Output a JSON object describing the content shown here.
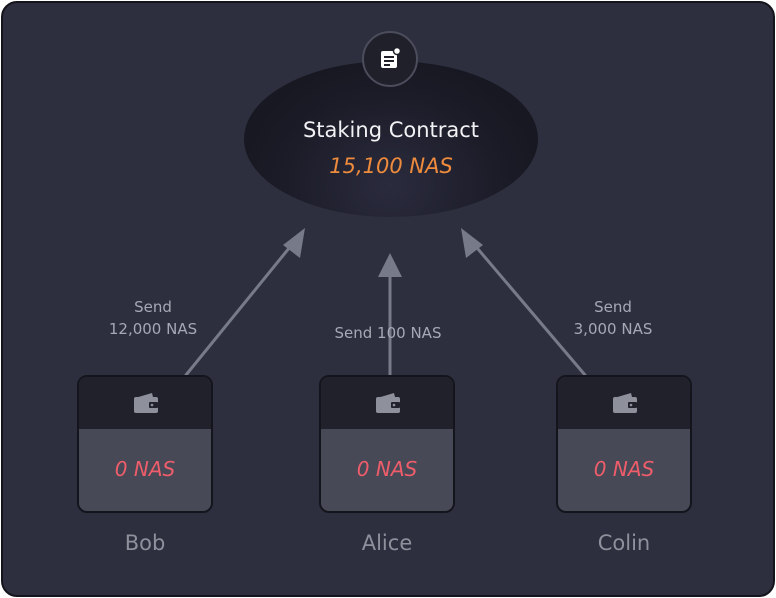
{
  "contract": {
    "title": "Staking Contract",
    "amount": "15,100 NAS",
    "icon": "contract-document-icon"
  },
  "transfers": [
    {
      "from": "Bob",
      "line1": "Send",
      "line2": "12,000 NAS"
    },
    {
      "from": "Alice",
      "line1": "Send 100 NAS"
    },
    {
      "from": "Colin",
      "line1": "Send",
      "line2": "3,000 NAS"
    }
  ],
  "wallets": [
    {
      "name": "Bob",
      "balance": "0 NAS",
      "icon": "wallet-icon"
    },
    {
      "name": "Alice",
      "balance": "0 NAS",
      "icon": "wallet-icon"
    },
    {
      "name": "Colin",
      "balance": "0 NAS",
      "icon": "wallet-icon"
    }
  ],
  "colors": {
    "background": "#2d2f3e",
    "contract_amount": "#ee8b3c",
    "wallet_balance": "#ef5d6b",
    "arrow": "#777a88"
  }
}
